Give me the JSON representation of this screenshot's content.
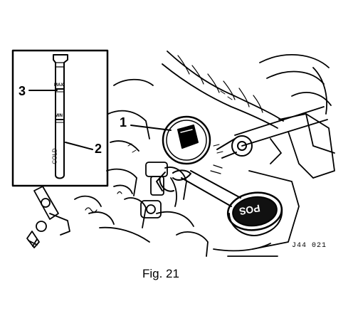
{
  "figure": {
    "caption": "Fig. 21",
    "reference_code": "J44 021"
  },
  "callouts": [
    {
      "number": "1"
    },
    {
      "number": "2"
    },
    {
      "number": "3"
    }
  ],
  "dipstick": {
    "mark_max": "MAX",
    "mark_min": "MIN",
    "mark_cold": "COLD"
  },
  "cap_text": "POS"
}
